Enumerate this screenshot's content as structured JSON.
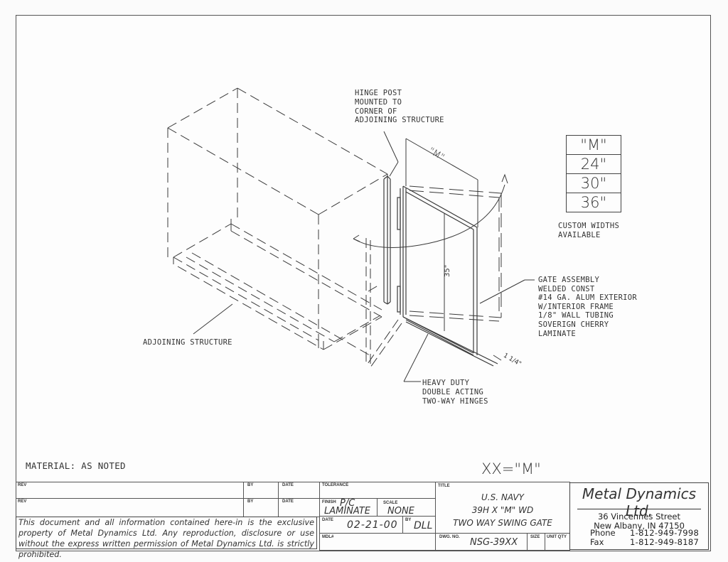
{
  "drawing": {
    "callouts": {
      "hinge_post": "HINGE POST\nMOUNTED TO\nCORNER OF\nADJOINING STRUCTURE",
      "adjoining_structure": "ADJOINING STRUCTURE",
      "gate_assembly": "GATE ASSEMBLY\nWELDED CONST\n#14 GA. ALUM EXTERIOR\nW/INTERIOR FRAME\n1/8\" WALL TUBING\nSOVERIGN CHERRY\nLAMINATE",
      "hinges": "HEAVY DUTY\nDOUBLE ACTING\nTWO-WAY HINGES",
      "custom_widths": "CUSTOM WIDTHS\nAVAILABLE"
    },
    "dimensions": {
      "width_label": "\"M\"",
      "height_label": "35\"",
      "thickness_label": "1 1/4\""
    },
    "width_table": [
      "\"M\"",
      "24\"",
      "30\"",
      "36\""
    ],
    "material": "MATERIAL: AS NOTED",
    "legend": "XX=\"M\""
  },
  "title_block": {
    "rev_rows": [
      {
        "rev_label": "REV",
        "by_label": "BY",
        "date_label": "DATE"
      },
      {
        "rev_label": "REV",
        "by_label": "BY",
        "date_label": "DATE"
      }
    ],
    "notice": "This document and all information contained here-in is the exclusive property of Metal Dynamics Ltd.  Any reproduction, disclosure or use without the express written permission of Metal Dynamics Ltd. is strictly prohibited.",
    "tolerance_label": "TOLERANCE",
    "finish_label": "FINISH",
    "finish_value_1": "P/C",
    "finish_value_2": "LAMINATE",
    "scale_label": "SCALE",
    "scale_value": "NONE",
    "date_label": "DATE",
    "date_value": "02-21-00",
    "by_label": "BY",
    "by_value": "DLL",
    "mdl_label": "MDL#",
    "title_label": "TITLE",
    "title_lines": [
      "U.S. NAVY",
      "39H X \"M\" WD",
      "TWO WAY SWING GATE"
    ],
    "dwg_no_label": "DWG. NO.",
    "dwg_no_value": "NSG-39XX",
    "size_label": "SIZE",
    "unit_qty_label": "UNIT QTY",
    "company": {
      "name": "Metal Dynamics Ltd.",
      "street": "36 Vincennes Street",
      "city": "New Albany, IN 47150",
      "phone_label": "Phone",
      "phone": "1-812-949-7998",
      "fax_label": "Fax",
      "fax": "1-812-949-8187"
    }
  },
  "colors": {
    "line": "#3a3a3a",
    "paper": "#fdfdfd"
  }
}
